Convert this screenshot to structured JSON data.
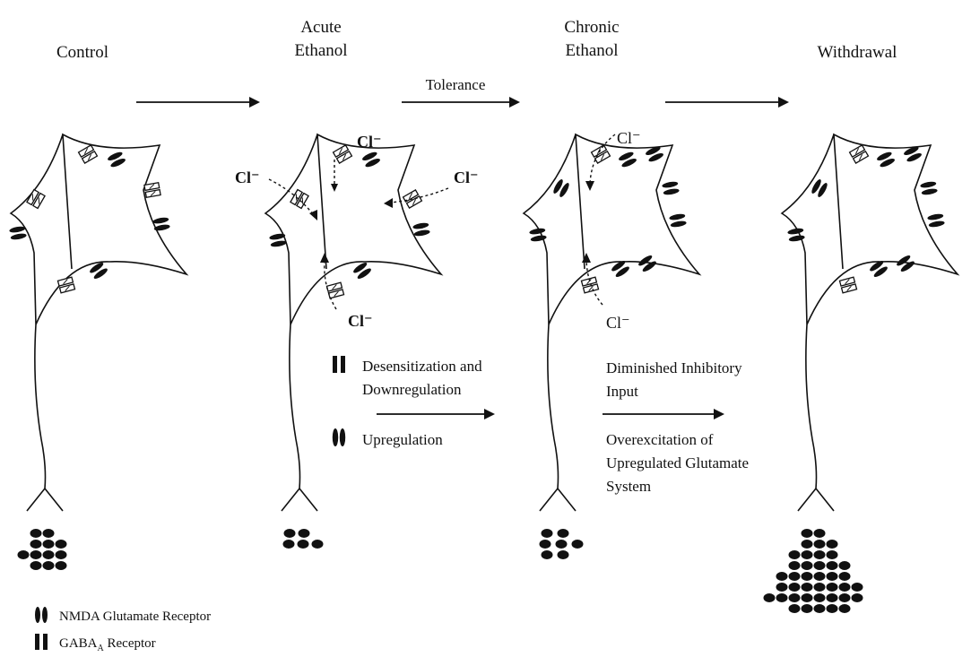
{
  "stages": [
    {
      "id": "control",
      "title": [
        "Control"
      ]
    },
    {
      "id": "acute",
      "title": [
        "Acute",
        "Ethanol"
      ]
    },
    {
      "id": "chronic",
      "title": [
        "Chronic",
        "Ethanol"
      ]
    },
    {
      "id": "withdrawal",
      "title": [
        "Withdrawal"
      ]
    }
  ],
  "transitions": {
    "tolerance": "Tolerance"
  },
  "ion_labels": {
    "chloride_acute": "Cl⁻",
    "chloride_chronic": "Cl⁻"
  },
  "captions": {
    "desensitization": [
      "Desensitization and",
      "Downregulation"
    ],
    "upregulation": "Upregulation",
    "diminished": [
      "Diminished Inhibitory",
      "Input"
    ],
    "overexcitation": [
      "Overexcitation of",
      "Upregulated Glutamate",
      "System"
    ]
  },
  "legend": {
    "nmda": "NMDA Glutamate Receptor",
    "gaba_prefix": "GABA",
    "gaba_sub": "A",
    "gaba_suffix": " Receptor"
  },
  "vesicle_counts": {
    "control": 12,
    "acute": 5,
    "chronic": 7,
    "withdrawal": 40
  }
}
